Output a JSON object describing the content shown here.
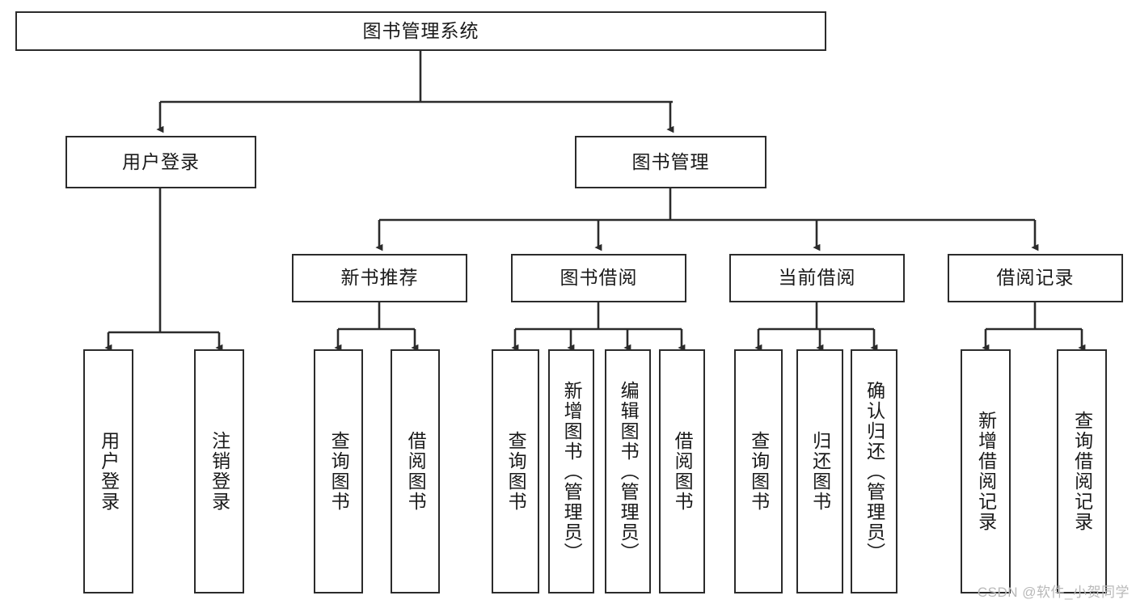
{
  "diagram": {
    "type": "tree",
    "title": "图书管理系统",
    "style": {
      "box_border_color": "#2b2b2b",
      "box_fill_color": "#ffffff",
      "edge_color": "#2b2b2b",
      "text_color": "#1a1a1a",
      "background": "#ffffff"
    },
    "root": {
      "label": "图书管理系统"
    },
    "level2": [
      {
        "label": "用户登录"
      },
      {
        "label": "图书管理"
      }
    ],
    "level3": [
      {
        "label": "新书推荐"
      },
      {
        "label": "图书借阅"
      },
      {
        "label": "当前借阅"
      },
      {
        "label": "借阅记录"
      }
    ],
    "leaves": {
      "user_login": [
        {
          "label": "用户登录"
        },
        {
          "label": "注销登录"
        }
      ],
      "new_book_recommend": [
        {
          "label": "查询图书"
        },
        {
          "label": "借阅图书"
        }
      ],
      "book_borrow": [
        {
          "label": "查询图书"
        },
        {
          "label": "新增图书（管理员）"
        },
        {
          "label": "编辑图书（管理员）"
        },
        {
          "label": "借阅图书"
        }
      ],
      "current_borrow": [
        {
          "label": "查询图书"
        },
        {
          "label": "归还图书"
        },
        {
          "label": "确认归还（管理员）"
        }
      ],
      "borrow_record": [
        {
          "label": "新增借阅记录"
        },
        {
          "label": "查询借阅记录"
        }
      ]
    }
  },
  "watermark": {
    "text": "CSDN @软件_小贺同学"
  }
}
